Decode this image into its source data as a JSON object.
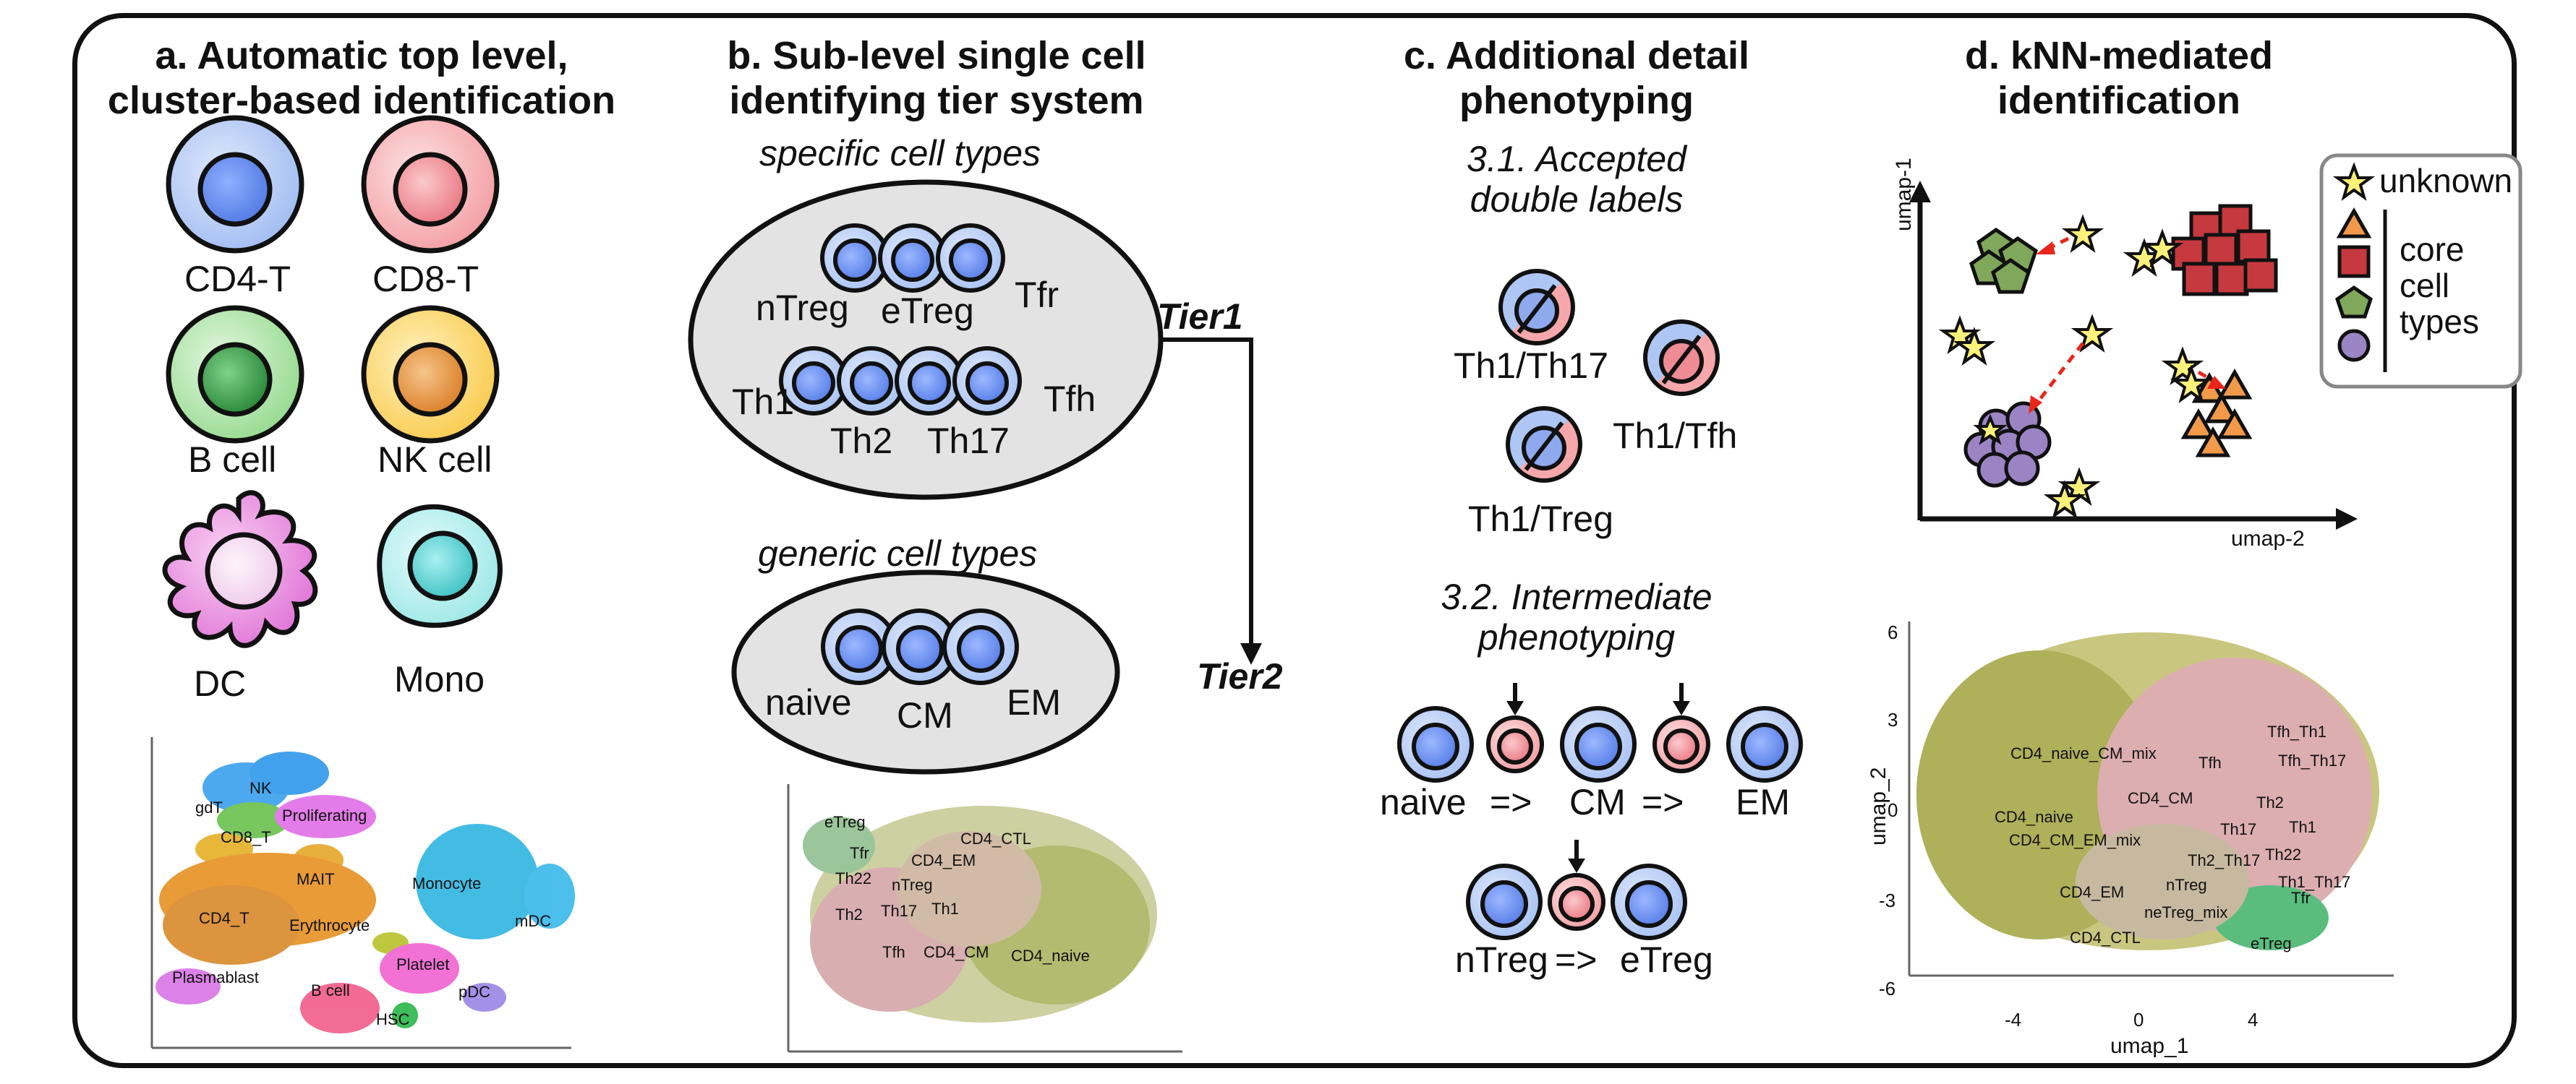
{
  "panel_a": {
    "title_line1": "a. Automatic top level,",
    "title_line2": "cluster-based identification",
    "cells": [
      {
        "label": "CD4-T",
        "fill": "#aec6f4",
        "nucleus": "#5b86e8"
      },
      {
        "label": "CD8-T",
        "fill": "#f5a7aa",
        "nucleus": "#e9717a"
      },
      {
        "label": "B cell",
        "fill": "#a6e3a2",
        "nucleus": "#2d9a3b"
      },
      {
        "label": "NK cell",
        "fill": "#fcd36a",
        "nucleus": "#e08a2c"
      },
      {
        "label": "DC",
        "fill": "#ef8fe3",
        "nucleus": "#f4d4ef"
      },
      {
        "label": "Mono",
        "fill": "#a8ecec",
        "nucleus": "#45c8cc"
      }
    ],
    "umap_labels": [
      "NK",
      "gdT",
      "Proliferating",
      "CD8_T",
      "MAIT",
      "Monocyte",
      "CD4_T",
      "Erythrocyte",
      "mDC",
      "Platelet",
      "Plasmablast",
      "B cell",
      "pDC",
      "HSC"
    ]
  },
  "panel_b": {
    "title_line1": "b. Sub-level single cell",
    "title_line2": "identifying tier system",
    "specific_heading": "specific cell types",
    "specific_labels": [
      "nTreg",
      "eTreg",
      "Tfr",
      "Th1",
      "Th2",
      "Th17",
      "Tfh"
    ],
    "generic_heading": "generic cell types",
    "generic_labels": [
      "naive",
      "CM",
      "EM"
    ],
    "tier1": "Tier1",
    "tier2": "Tier2",
    "umap_labels": [
      "eTreg",
      "Tfr",
      "CD4_CTL",
      "CD4_EM",
      "Th22",
      "nTreg",
      "Th1",
      "Th17",
      "Th2",
      "Tfh",
      "CD4_CM",
      "CD4_naive"
    ]
  },
  "panel_c": {
    "title_line1": "c. Additional detail",
    "title_line2": "phenotyping",
    "sub1_line1": "3.1. Accepted",
    "sub1_line2": "double labels",
    "double_labels": [
      "Th1/Th17",
      "Th1/Tfh",
      "Th1/Treg"
    ],
    "sub2_line1": "3.2. Intermediate",
    "sub2_line2": "phenotyping",
    "seq1": [
      "naive",
      "=>",
      "CM",
      "=>",
      "EM"
    ],
    "seq2": [
      "nTreg",
      "=>",
      "eTreg"
    ]
  },
  "panel_d": {
    "title_line1": "d. kNN-mediated",
    "title_line2": "identification",
    "legend_unknown": "unknown",
    "legend_core": [
      "core",
      "cell",
      "types"
    ],
    "axis_y": "umap-1",
    "axis_x": "umap-2",
    "umap_xlabel": "umap_1",
    "umap_ylabel": "umap_2",
    "umap_xticks": [
      "-4",
      "0",
      "4"
    ],
    "umap_yticks": [
      "6",
      "3",
      "0",
      "-3",
      "-6"
    ],
    "umap_labels": [
      "Tfh_Th1",
      "CD4_naive_CM_mix",
      "Tfh",
      "Tfh_Th17",
      "CD4_CM",
      "Th2",
      "CD4_naive",
      "Th17",
      "Th1",
      "CD4_CM_EM_mix",
      "Th2_Th17",
      "Th22",
      "Th1_Th17",
      "Tfr",
      "CD4_EM",
      "nTreg",
      "neTreg_mix",
      "CD4_CTL",
      "eTreg"
    ]
  },
  "colors": {
    "blue_cell": "#aec6f4",
    "blue_nuc": "#5b86e8",
    "pink_cell": "#f5a7aa",
    "arrow_red": "#e8261c",
    "green_shape": "#7fa85a",
    "red_shape": "#c6393e",
    "orange_shape": "#f29a4a",
    "purple_shape": "#9b84c4"
  }
}
